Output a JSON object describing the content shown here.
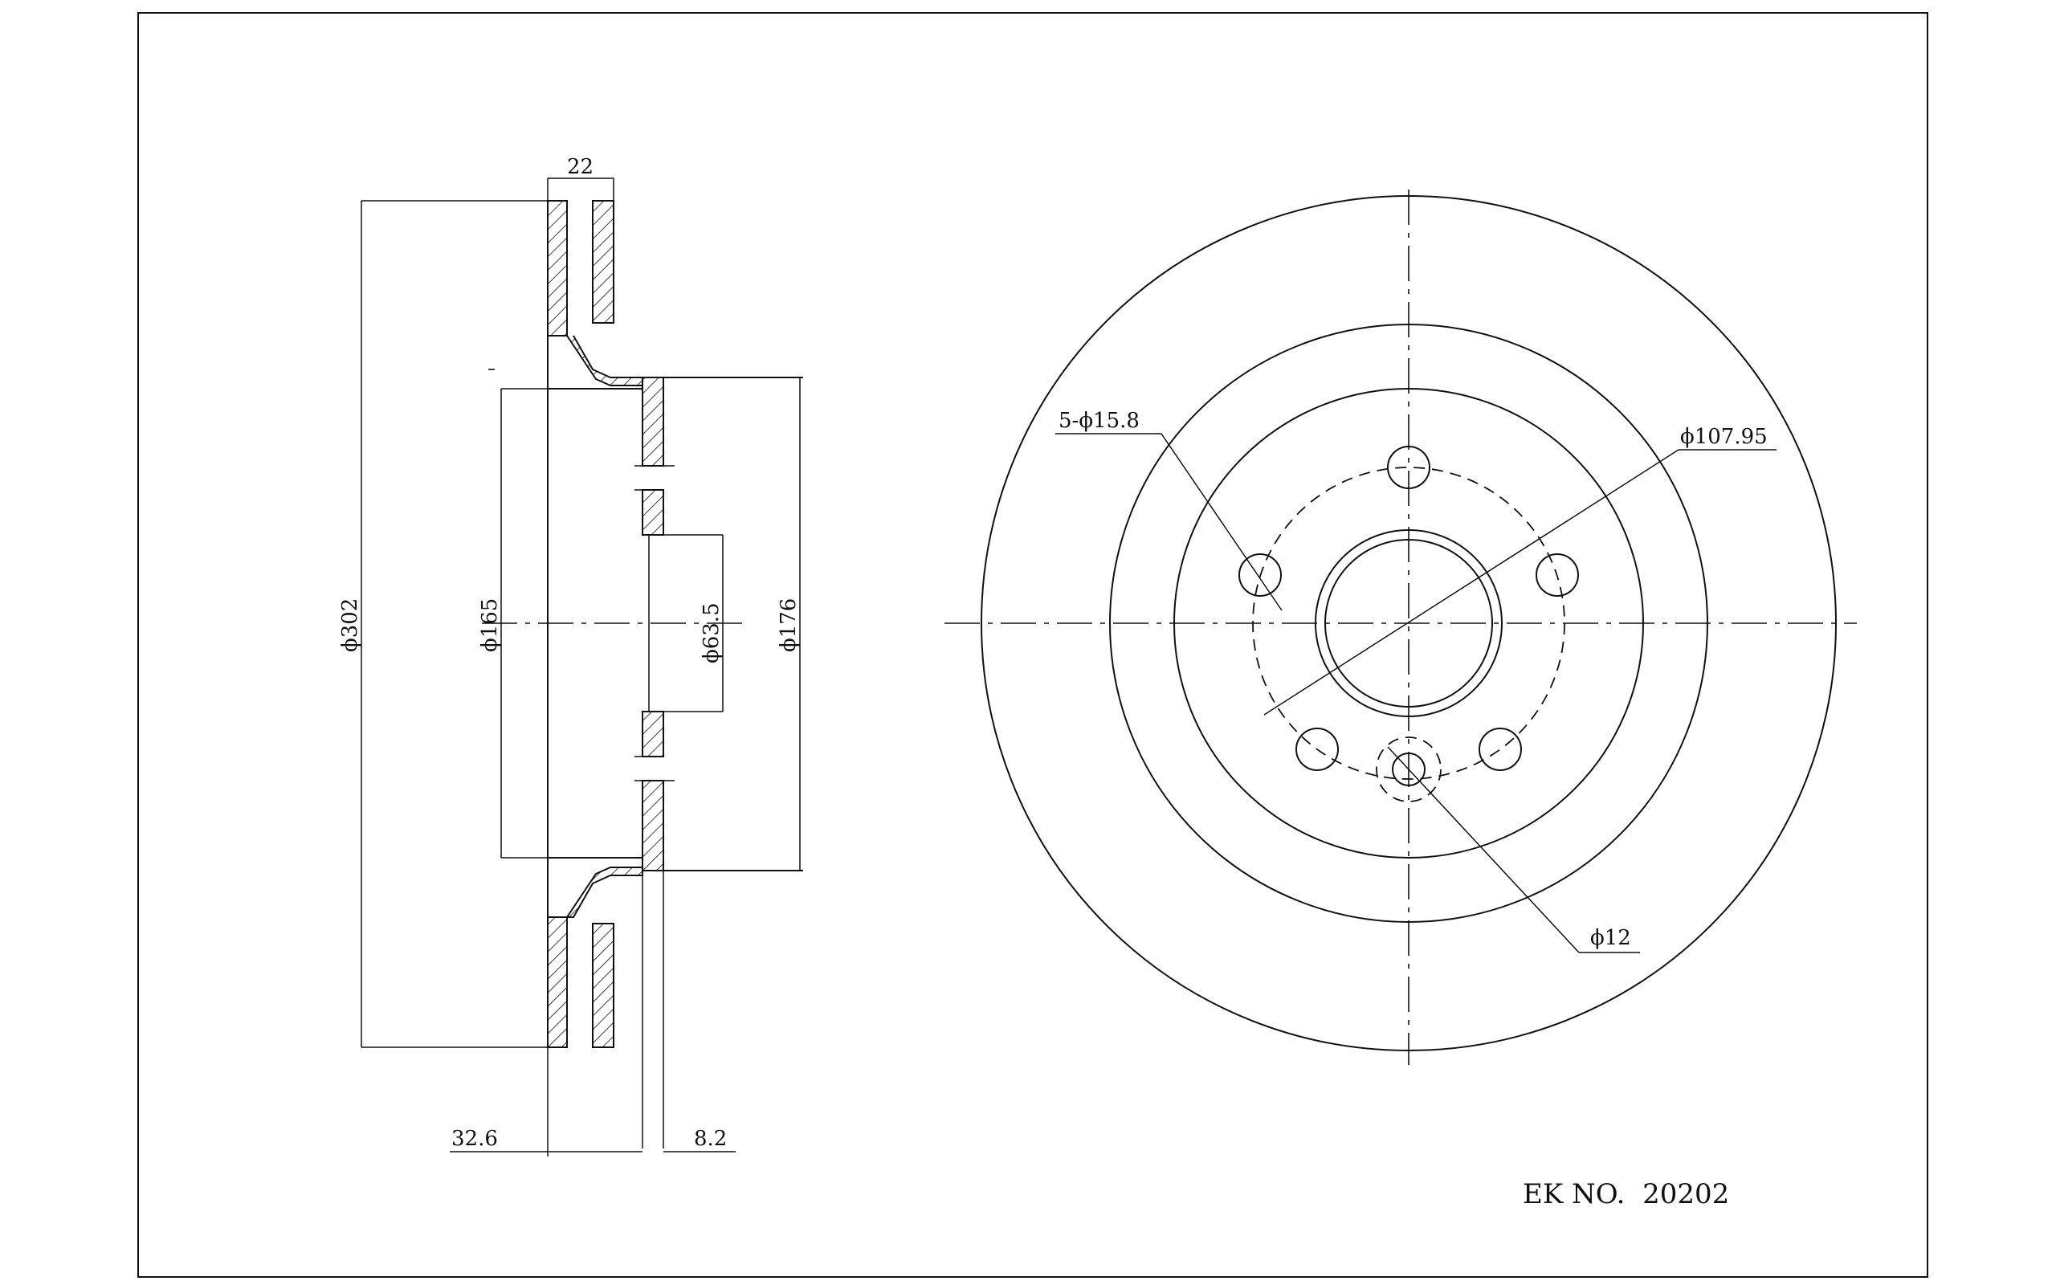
{
  "side_view": {
    "dims": {
      "thickness": "22",
      "outer_diameter": "ϕ302",
      "hat_diameter": "ϕ165",
      "center_bore": "ϕ63.5",
      "hat_outer": "ϕ176",
      "overall_height": "32.6",
      "hat_thickness": "8.2"
    }
  },
  "front_view": {
    "dims": {
      "bolt_holes": "5-ϕ15.8",
      "pcd": "ϕ107.95",
      "pin_hole": "ϕ12"
    }
  },
  "part_number": "EK NO.  20202"
}
